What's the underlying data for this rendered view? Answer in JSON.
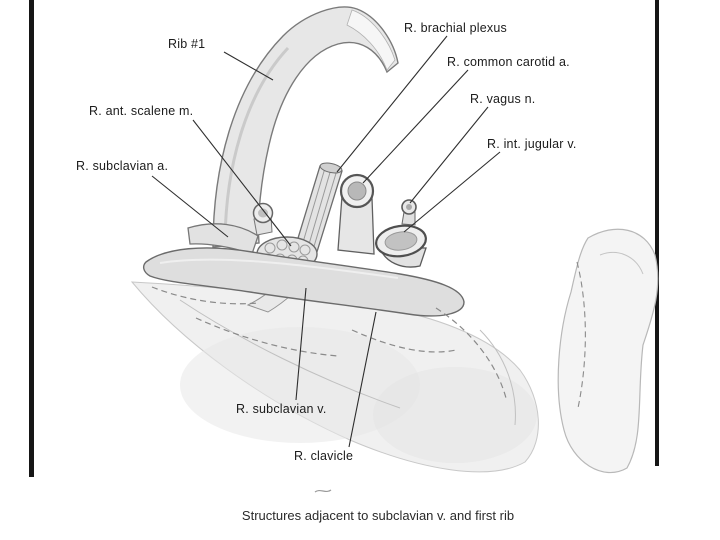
{
  "figure": {
    "caption": "Structures adjacent to subclavian v. and first rib"
  },
  "labels": [
    {
      "id": "rib-1",
      "text": "Rib #1"
    },
    {
      "id": "brachial-plexus",
      "text": "R. brachial plexus"
    },
    {
      "id": "common-carotid",
      "text": "R. common carotid a."
    },
    {
      "id": "vagus-nerve",
      "text": "R. vagus n."
    },
    {
      "id": "int-jugular",
      "text": "R. int. jugular v."
    },
    {
      "id": "ant-scalene",
      "text": "R. ant. scalene m."
    },
    {
      "id": "subclavian-a",
      "text": "R. subclavian a."
    },
    {
      "id": "subclavian-v",
      "text": "R. subclavian v."
    },
    {
      "id": "clavicle",
      "text": "R. clavicle"
    }
  ]
}
